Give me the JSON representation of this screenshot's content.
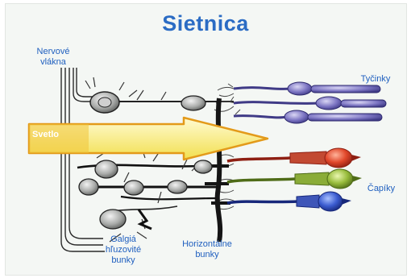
{
  "title": "Sietnica",
  "labels": {
    "nerve_fibers": [
      "Nervové",
      "vlákna"
    ],
    "light": "Svetlo",
    "rods": "Tyčinky",
    "cones": "Čapíky",
    "ganglion": [
      "Galgiá",
      "hľuzovité",
      "bunky"
    ],
    "horizontal": [
      "Horizontálne",
      "bunky"
    ]
  },
  "colors": {
    "title": "#2b6cc4",
    "label": "#1f5fbf",
    "arrow_fill": "#f7e96a",
    "arrow_stroke": "#e39a1a",
    "rod": "#6f69b8",
    "cone_red": "#d8452a",
    "cone_green": "#8fb33a",
    "cone_blue": "#3a59c9",
    "cell_grey": "#a8aaa8",
    "outline": "#1a1a1a"
  }
}
